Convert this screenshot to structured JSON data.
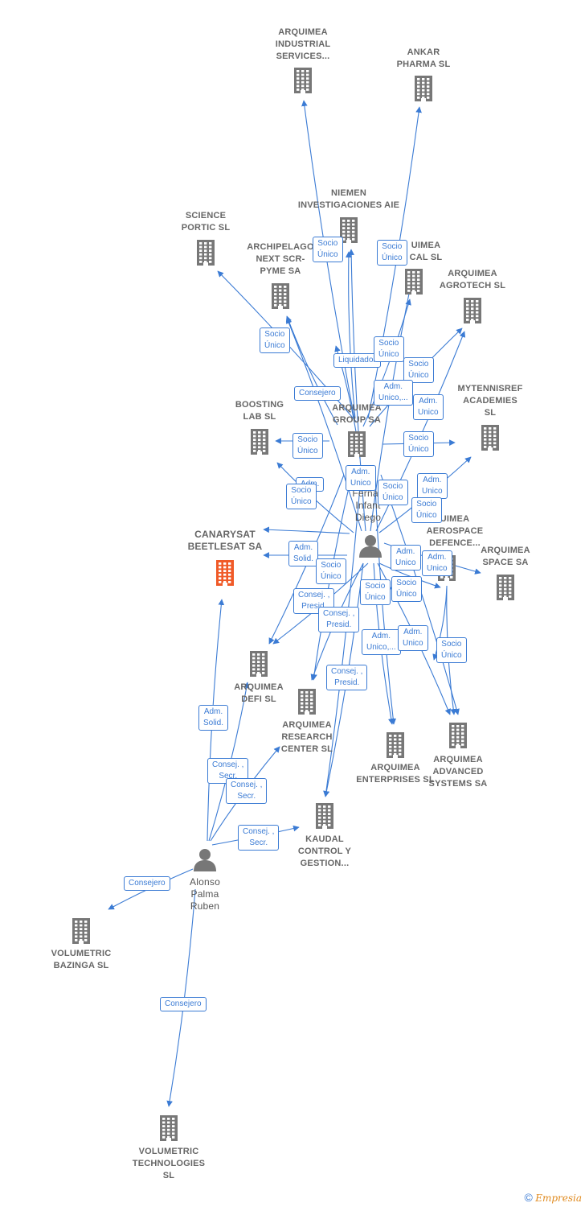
{
  "colors": {
    "edge": "#3b7bd4",
    "company": "#777777",
    "highlight": "#f05a28",
    "person": "#777777"
  },
  "nodes": [
    {
      "id": "n_industrial",
      "type": "company",
      "lines": [
        "ARQUIMEA",
        "INDUSTRIAL",
        "SERVICES..."
      ]
    },
    {
      "id": "n_ankar",
      "type": "company",
      "lines": [
        "ANKAR",
        "PHARMA  SL"
      ]
    },
    {
      "id": "n_niemen",
      "type": "company",
      "lines": [
        "NIEMEN",
        "INVESTIGACIONES AIE"
      ]
    },
    {
      "id": "n_science",
      "type": "company",
      "lines": [
        "SCIENCE",
        "PORTIC  SL"
      ]
    },
    {
      "id": "n_archipelago",
      "type": "company",
      "lines": [
        "ARCHIPELAGO",
        "NEXT SCR-",
        "PYME SA"
      ]
    },
    {
      "id": "n_medical",
      "type": "company",
      "lines": [
        "UIMEA",
        "CAL  SL"
      ]
    },
    {
      "id": "n_agrotech",
      "type": "company",
      "lines": [
        "ARQUIMEA",
        "AGROTECH  SL"
      ]
    },
    {
      "id": "n_boosting",
      "type": "company",
      "lines": [
        "BOOSTING",
        "LAB  SL"
      ]
    },
    {
      "id": "n_group",
      "type": "company",
      "lines": [
        "ARQUIMEA",
        "GROUP SA"
      ]
    },
    {
      "id": "n_mytennis",
      "type": "company",
      "lines": [
        "MYTENNISREF",
        "ACADEMIES",
        "SL"
      ]
    },
    {
      "id": "n_canarysat",
      "type": "highlight",
      "lines": [
        "CANARYSAT",
        "BEETLESAT SA"
      ]
    },
    {
      "id": "n_fernandez",
      "type": "person",
      "lines": [
        "Fernan",
        "Infant",
        "Diego"
      ]
    },
    {
      "id": "n_aerospace",
      "type": "company",
      "lines": [
        "UIMEA",
        "AEROSPACE",
        "DEFENCE..."
      ]
    },
    {
      "id": "n_space",
      "type": "company",
      "lines": [
        "ARQUIMEA",
        "SPACE SA"
      ]
    },
    {
      "id": "n_defi",
      "type": "company",
      "lines": [
        "ARQUIMEA",
        "DEFI  SL"
      ]
    },
    {
      "id": "n_research",
      "type": "company",
      "lines": [
        "ARQUIMEA",
        "RESEARCH",
        "CENTER  SL"
      ]
    },
    {
      "id": "n_enterprises",
      "type": "company",
      "lines": [
        "ARQUIMEA",
        "ENTERPRISES SL"
      ]
    },
    {
      "id": "n_advanced",
      "type": "company",
      "lines": [
        "ARQUIMEA",
        "ADVANCED",
        "SYSTEMS SA"
      ]
    },
    {
      "id": "n_kaudal",
      "type": "company",
      "lines": [
        "KAUDAL",
        "CONTROL Y",
        "GESTION..."
      ]
    },
    {
      "id": "n_alonso",
      "type": "person",
      "lines": [
        "Alonso",
        "Palma",
        "Ruben"
      ]
    },
    {
      "id": "n_bazinga",
      "type": "company",
      "lines": [
        "VOLUMETRIC",
        "BAZINGA  SL"
      ]
    },
    {
      "id": "n_technologies",
      "type": "company",
      "lines": [
        "VOLUMETRIC",
        "TECHNOLOGIES",
        "SL"
      ]
    }
  ],
  "badges": [
    {
      "id": "b1",
      "lines": [
        "Socio",
        "Único"
      ]
    },
    {
      "id": "b2",
      "lines": [
        "Socio",
        "Único"
      ]
    },
    {
      "id": "b3",
      "lines": [
        "Socio",
        "Único"
      ]
    },
    {
      "id": "b4",
      "lines": [
        "Liquidador"
      ]
    },
    {
      "id": "b5",
      "lines": [
        "Socio",
        "Único"
      ]
    },
    {
      "id": "b6",
      "lines": [
        "Socio",
        "Único"
      ]
    },
    {
      "id": "b7",
      "lines": [
        "Consejero"
      ]
    },
    {
      "id": "b8",
      "lines": [
        "Adm.",
        "Unico,..."
      ]
    },
    {
      "id": "b9",
      "lines": [
        "Adm.",
        "Unico"
      ]
    },
    {
      "id": "b10",
      "lines": [
        "Socio",
        "Único"
      ]
    },
    {
      "id": "b11",
      "lines": [
        "Socio",
        "Único"
      ]
    },
    {
      "id": "b12",
      "lines": [
        "Adm."
      ]
    },
    {
      "id": "b13",
      "lines": [
        "Socio",
        "Único"
      ]
    },
    {
      "id": "b14",
      "lines": [
        "Adm.",
        "Unico"
      ]
    },
    {
      "id": "b15",
      "lines": [
        "Adm.",
        "Unico"
      ]
    },
    {
      "id": "b16",
      "lines": [
        "Socio",
        "Único"
      ]
    },
    {
      "id": "b17",
      "lines": [
        "Socio",
        "Único"
      ]
    },
    {
      "id": "b18",
      "lines": [
        "Adm.",
        "Solid."
      ]
    },
    {
      "id": "b19",
      "lines": [
        "Socio",
        "Único"
      ]
    },
    {
      "id": "b20",
      "lines": [
        "Adm.",
        "Unico"
      ]
    },
    {
      "id": "b21",
      "lines": [
        "Adm.",
        "Unico"
      ]
    },
    {
      "id": "b22",
      "lines": [
        "Socio",
        "Único"
      ]
    },
    {
      "id": "b23",
      "lines": [
        "Socio",
        "Único"
      ]
    },
    {
      "id": "b24",
      "lines": [
        "Consej. ,",
        "Presid."
      ]
    },
    {
      "id": "b25",
      "lines": [
        "Consej. ,",
        "Presid."
      ]
    },
    {
      "id": "b26",
      "lines": [
        "Adm.",
        "Unico,..."
      ]
    },
    {
      "id": "b27",
      "lines": [
        "Adm.",
        "Unico"
      ]
    },
    {
      "id": "b28",
      "lines": [
        "Socio",
        "Único"
      ]
    },
    {
      "id": "b29",
      "lines": [
        "Consej. ,",
        "Presid."
      ]
    },
    {
      "id": "b30",
      "lines": [
        "Adm.",
        "Solid."
      ]
    },
    {
      "id": "b31",
      "lines": [
        "Consej. ,",
        "Secr."
      ]
    },
    {
      "id": "b32",
      "lines": [
        "Consej. ,",
        "Secr."
      ]
    },
    {
      "id": "b33",
      "lines": [
        "Consej. ,",
        "Secr."
      ]
    },
    {
      "id": "b34",
      "lines": [
        "Consejero"
      ]
    },
    {
      "id": "b35",
      "lines": [
        "Consejero"
      ]
    }
  ],
  "footer": {
    "copyright": "©",
    "brand": "Empresia"
  }
}
